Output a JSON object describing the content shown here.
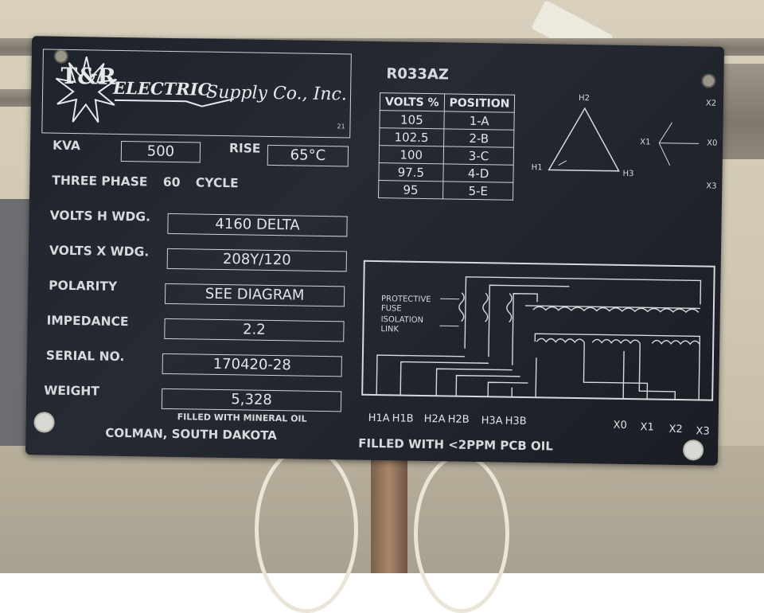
{
  "nameplate": {
    "logo": {
      "monogram": "T&R",
      "brand_part1": "ELECTRIC",
      "brand_part2": "Supply Co., Inc.",
      "small_mark": "21"
    },
    "model": "R033AZ",
    "fields": [
      {
        "label": "KVA",
        "value": "500"
      },
      {
        "label": "RISE",
        "value": "65°C"
      },
      {
        "label": "VOLTS H WDG.",
        "value": "4160 DELTA"
      },
      {
        "label": "VOLTS X WDG.",
        "value": "208Y/120"
      },
      {
        "label": "POLARITY",
        "value": "SEE DIAGRAM"
      },
      {
        "label": "IMPEDANCE",
        "value": "2.2"
      },
      {
        "label": "SERIAL NO.",
        "value": "170420-28"
      },
      {
        "label": "WEIGHT",
        "value": "5,328"
      }
    ],
    "phase_line": {
      "phase": "THREE PHASE",
      "freq": "60",
      "unit": "CYCLE"
    },
    "fill_note": "FILLED WITH MINERAL OIL",
    "location": "COLMAN, SOUTH DAKOTA",
    "pcb_note": "FILLED WITH <2PPM PCB OIL",
    "tap_table": {
      "headers": [
        "VOLTS %",
        "POSITION"
      ],
      "rows": [
        [
          "105",
          "1-A"
        ],
        [
          "102.5",
          "2-B"
        ],
        [
          "100",
          "3-C"
        ],
        [
          "97.5",
          "4-D"
        ],
        [
          "95",
          "5-E"
        ]
      ]
    },
    "vector_diagram": {
      "delta": [
        "H1",
        "H2",
        "H3"
      ],
      "wye": [
        "X1",
        "X2",
        "X3",
        "X0"
      ]
    },
    "schematic": {
      "labels": [
        "PROTECTIVE",
        "FUSE",
        "ISOLATION",
        "LINK"
      ],
      "terminals": [
        "H1A",
        "H1B",
        "H2A",
        "H2B",
        "H3A",
        "H3B",
        "X0",
        "X1",
        "X2",
        "X3"
      ]
    }
  },
  "colors": {
    "plate": "#22262e",
    "engraving": "#d7d9dc",
    "wall": "#d6cdb9"
  }
}
